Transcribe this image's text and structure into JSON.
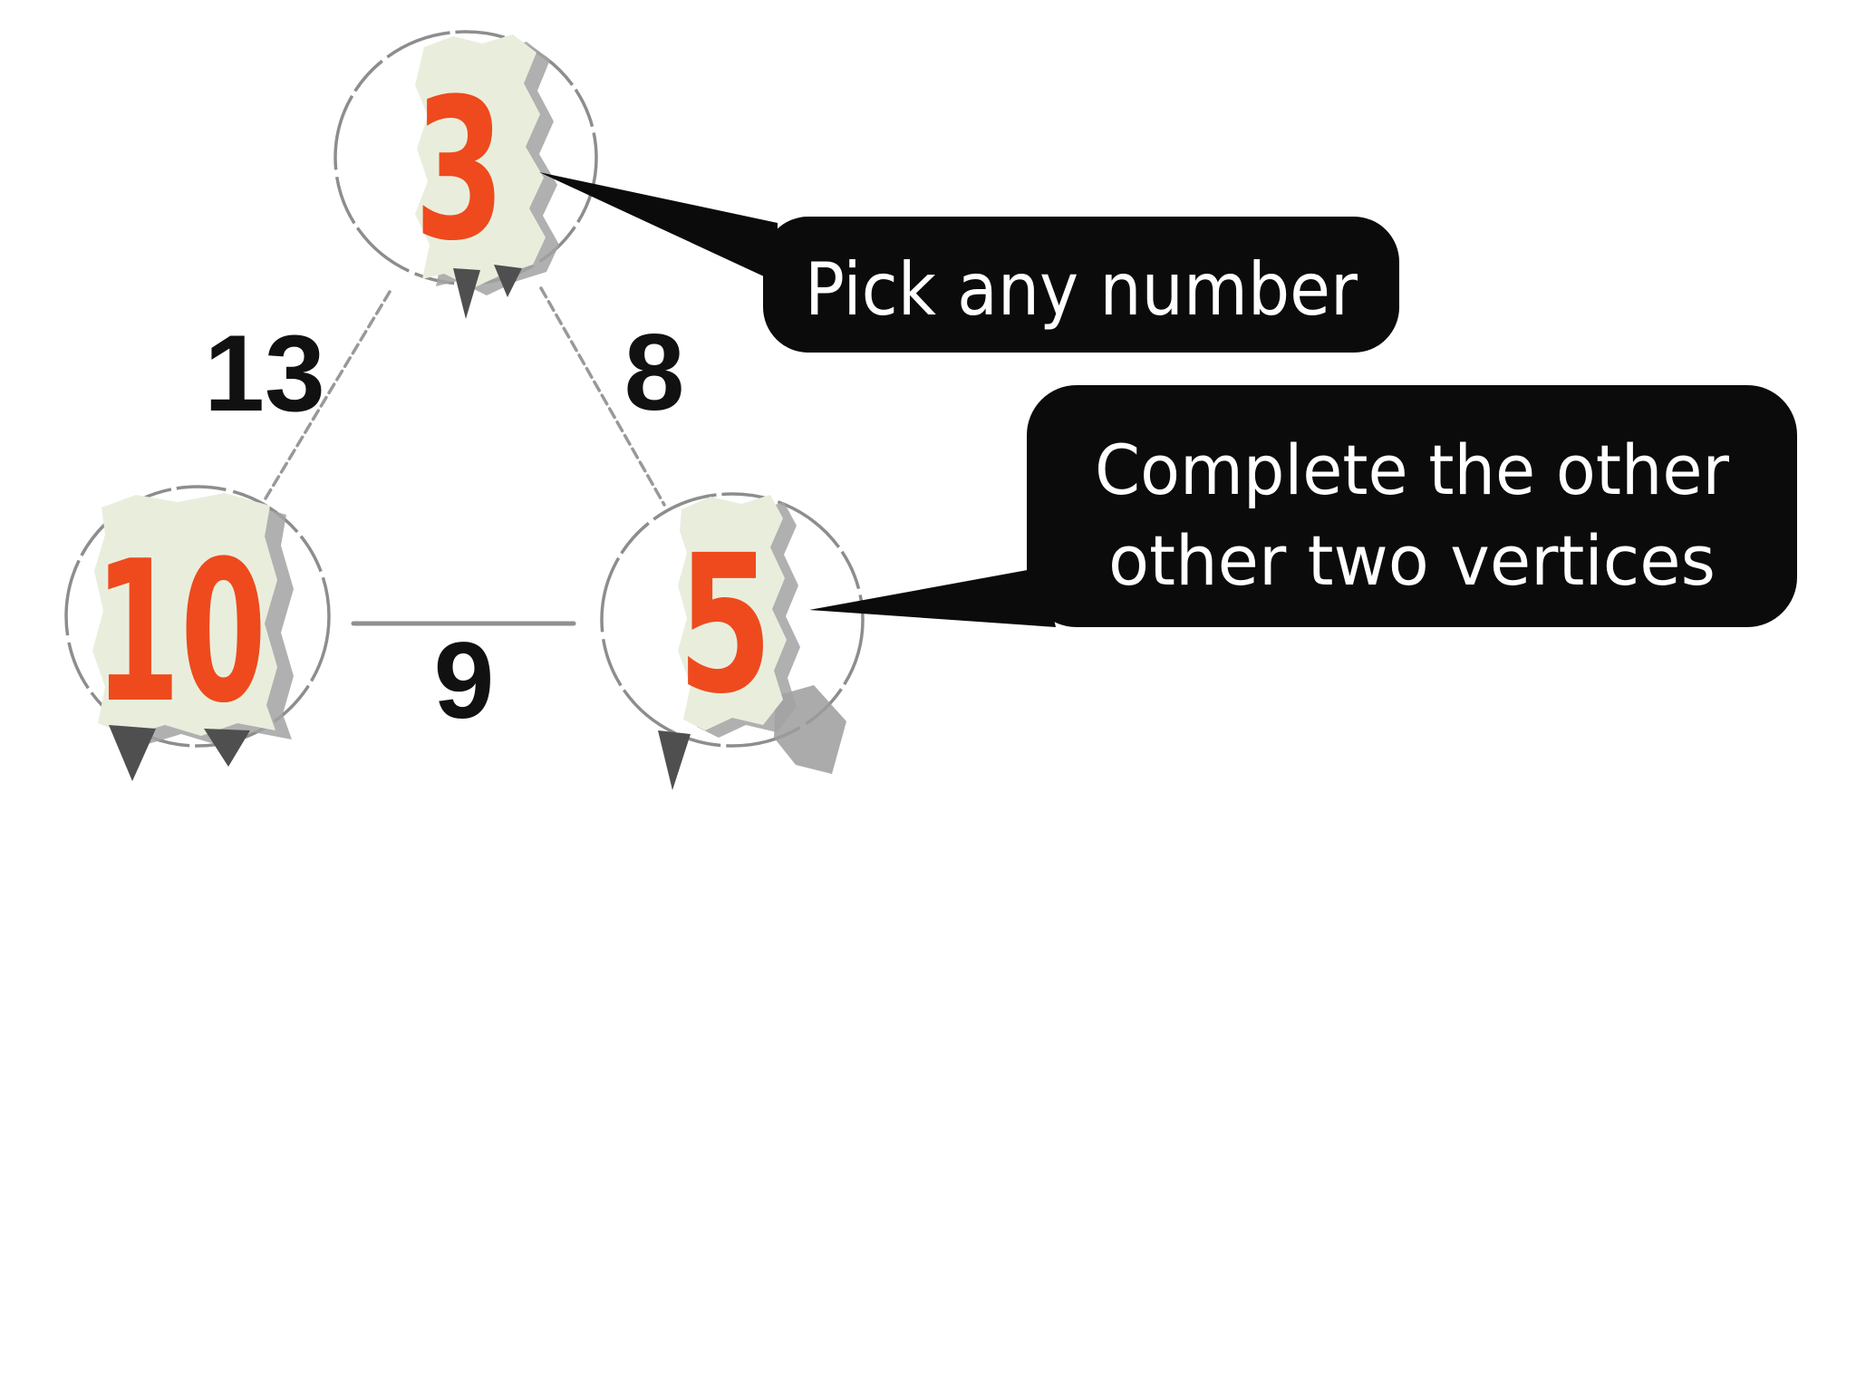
{
  "page": {
    "background": "#ffffff"
  },
  "colors": {
    "vertex_number": "#ee4a1d",
    "torn_paper": "#e9eedc",
    "paper_shadow": "#a2a2a2",
    "tear_dark": "#4f4f4f",
    "circle_stroke": "#8d8d8d",
    "edge_line": "#999999",
    "edge_label": "#111111",
    "callout_bg": "#0b0b0b",
    "callout_text": "#ffffff"
  },
  "diagram": {
    "vertices": {
      "top": {
        "value": "3"
      },
      "bottom_left": {
        "value": "10"
      },
      "bottom_right": {
        "value": "5"
      }
    },
    "edges": {
      "left": {
        "label": "13"
      },
      "right": {
        "label": "8"
      },
      "bottom": {
        "label": "9"
      }
    }
  },
  "callouts": {
    "pick": {
      "text": "Pick any number"
    },
    "complete": {
      "line1": "Complete the other",
      "line2": "other two vertices"
    }
  }
}
